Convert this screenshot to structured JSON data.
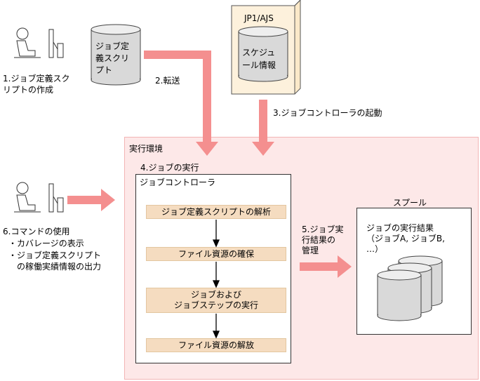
{
  "step1": {
    "label": "1.ジョブ定義スク\nリプトの作成"
  },
  "script_db": {
    "label": "ジョブ定\n義スクリ\nプト"
  },
  "step2": {
    "label": "2.転送"
  },
  "jp1": {
    "title": "JP1/AJS",
    "db_label": "スケジュ\nール情報"
  },
  "step3": {
    "label": "3.ジョブコントローラの起動"
  },
  "env": {
    "label": "実行環境"
  },
  "step4": {
    "label": "4.ジョブの実行"
  },
  "controller": {
    "title": "ジョブコントローラ",
    "steps": [
      "ジョブ定義スクリプトの解析",
      "ファイル資源の確保",
      "ジョブおよび\nジョブステップの実行",
      "ファイル資源の解放"
    ]
  },
  "step5": {
    "label": "5.ジョブ実\n行結果の\n管理"
  },
  "spool": {
    "title": "スプール",
    "result": "ジョブの実行結果\n（ジョブA, ジョブB,\n …）"
  },
  "step6": {
    "label": "6.コマンドの使用",
    "items": [
      "・カバレージの表示",
      "・ジョブ定義スクリプト\n　の稼働実績情報の出力"
    ]
  },
  "colors": {
    "arrow": "#f48f8f",
    "env_bg": "#fde8e8",
    "step_bg": "#f5dcc0",
    "jp1_bg": "#fbe9c9"
  }
}
